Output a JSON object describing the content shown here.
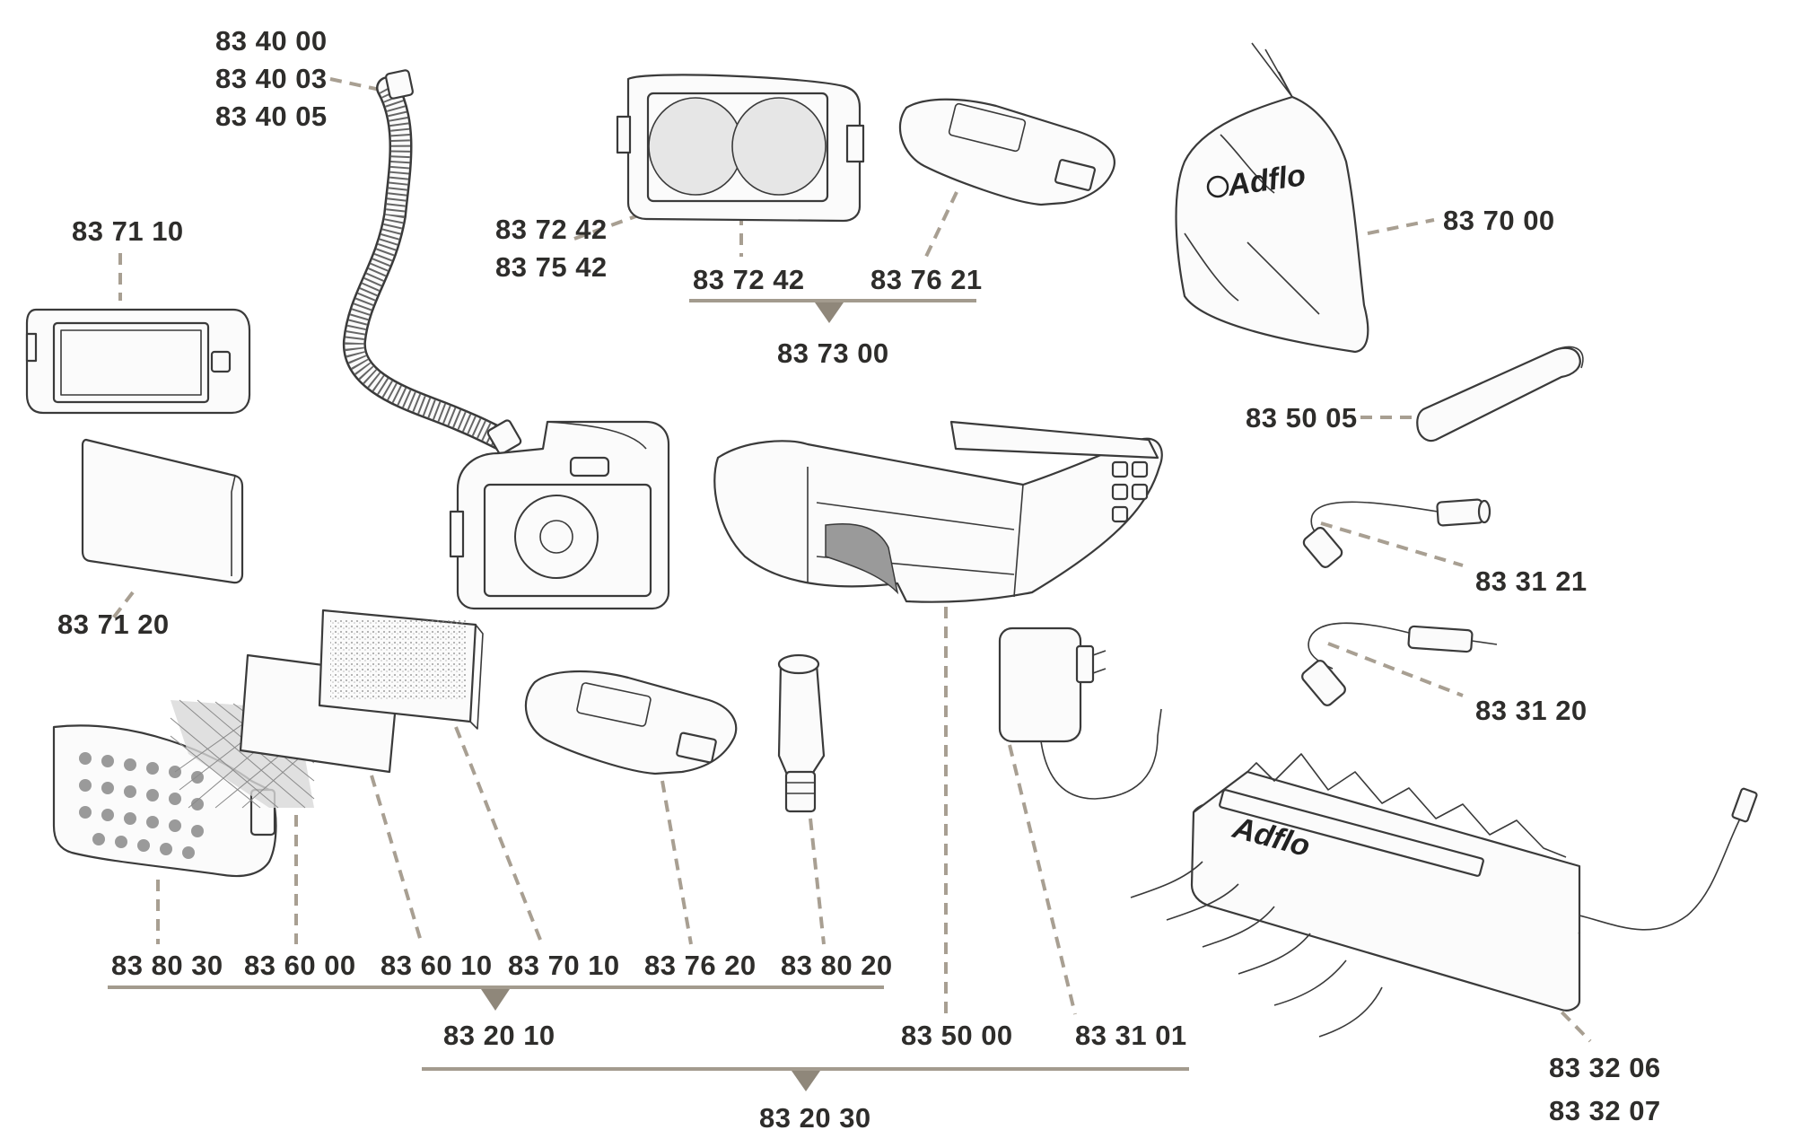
{
  "labels": {
    "hose_1": "83 40 00",
    "hose_2": "83 40 03",
    "hose_3": "83 40 05",
    "visor_frame": "83 71 10",
    "visor_plate": "83 71 20",
    "shield_a": "83 72 42",
    "shield_b": "83 75 42",
    "shield_c": "83 72 42",
    "battery_top": "83 76 21",
    "shield_kit": "83 73 00",
    "bag": "83 70 00",
    "belt_pad": "83 50 05",
    "cable_a": "83 31 21",
    "cable_b": "83 31 20",
    "filter_cover": "83 80 30",
    "prefilter": "83 60 00",
    "spark_filter": "83 60 10",
    "odour_filter": "83 70 10",
    "battery": "83 76 20",
    "flow_indicator": "83 80 20",
    "unit_kit": "83 20 10",
    "belt": "83 50 00",
    "charger": "83 31 01",
    "system_kit": "83 20 30",
    "station_1": "83 32 06",
    "station_2": "83 32 07"
  },
  "bag_logo": "Adflo",
  "station_logo": "Adflo"
}
